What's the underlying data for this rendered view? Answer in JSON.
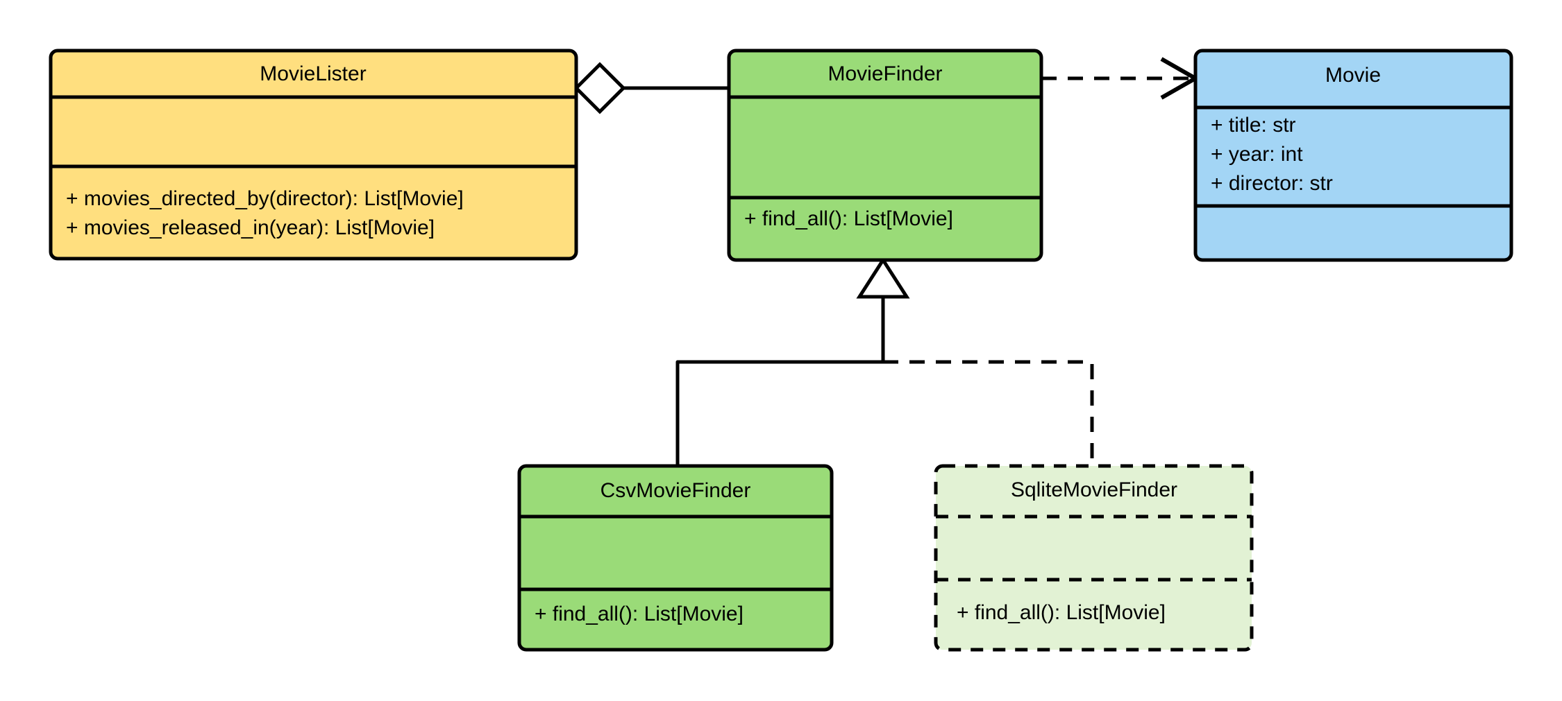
{
  "diagram": {
    "type": "uml-class-diagram",
    "title": "Movie Lister dependency injection class diagram",
    "background": "#ffffff",
    "stroke": "#000000"
  },
  "palette": {
    "yellow": "#ffdf7f",
    "green": "#9adb78",
    "blue": "#a3d5f5",
    "pale_green": "#e2f2d4",
    "white": "#ffffff",
    "black": "#000000"
  },
  "classes": [
    {
      "id": "movie-lister",
      "name": "MovieLister",
      "fill": "#ffdf7f",
      "style": "solid",
      "attributes": [],
      "methods": [
        "+ movies_directed_by(director): List[Movie]",
        "+ movies_released_in(year): List[Movie]"
      ]
    },
    {
      "id": "movie-finder",
      "name": "MovieFinder",
      "fill": "#9adb78",
      "style": "solid",
      "attributes": [],
      "methods": [
        "+ find_all(): List[Movie]"
      ]
    },
    {
      "id": "movie",
      "name": "Movie",
      "fill": "#a3d5f5",
      "style": "solid",
      "attributes": [
        "+ title: str",
        "+ year: int",
        "+ director: str"
      ],
      "methods": []
    },
    {
      "id": "csv-movie-finder",
      "name": "CsvMovieFinder",
      "fill": "#9adb78",
      "style": "solid",
      "attributes": [],
      "methods": [
        "+ find_all(): List[Movie]"
      ]
    },
    {
      "id": "sqlite-movie-finder",
      "name": "SqliteMovieFinder",
      "fill": "#e2f2d4",
      "style": "dashed",
      "attributes": [],
      "methods": [
        "+ find_all(): List[Movie]"
      ]
    }
  ],
  "relationships": [
    {
      "id": "aggregation-lister-finder",
      "kind": "aggregation",
      "from": "MovieLister",
      "to": "MovieFinder",
      "line": "solid",
      "end_marker": "hollow-diamond"
    },
    {
      "id": "dependency-finder-movie",
      "kind": "dependency",
      "from": "MovieFinder",
      "to": "Movie",
      "line": "dashed",
      "end_marker": "open-arrow"
    },
    {
      "id": "generalization-csv-finder",
      "kind": "generalization",
      "from": "CsvMovieFinder",
      "to": "MovieFinder",
      "line": "solid",
      "end_marker": "hollow-triangle"
    },
    {
      "id": "generalization-sqlite-finder",
      "kind": "generalization",
      "from": "SqliteMovieFinder",
      "to": "MovieFinder",
      "line": "dashed",
      "end_marker": "hollow-triangle"
    }
  ]
}
